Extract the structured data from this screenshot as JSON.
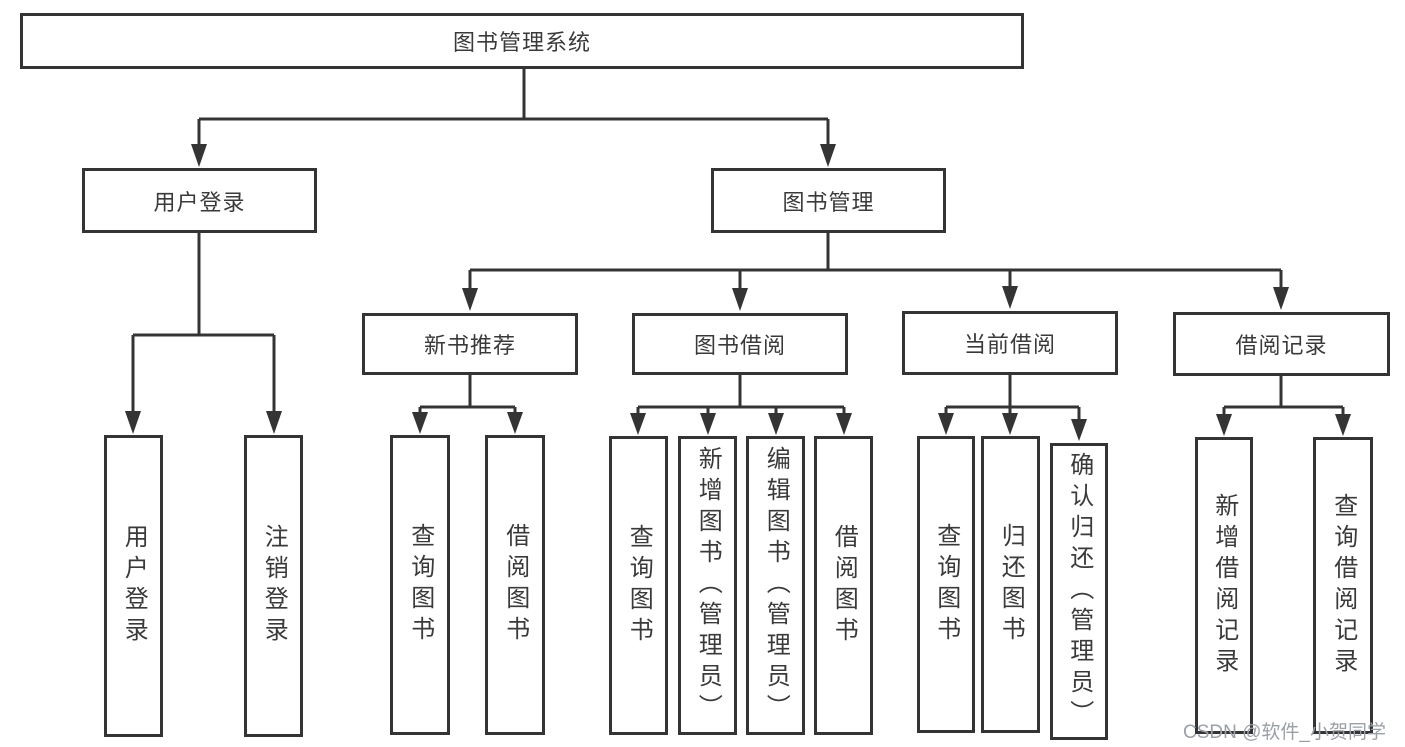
{
  "root": {
    "label": "图书管理系统"
  },
  "tree": {
    "user_login": {
      "label": "用户登录",
      "children": [
        "用户登录",
        "注销登录"
      ]
    },
    "book_mgmt": {
      "label": "图书管理",
      "sections": {
        "new_books": {
          "label": "新书推荐",
          "children": [
            "查询图书",
            "借阅图书"
          ]
        },
        "borrowing": {
          "label": "图书借阅",
          "children": [
            "查询图书",
            "新增图书（管理员）",
            "编辑图书（管理员）",
            "借阅图书"
          ]
        },
        "current": {
          "label": "当前借阅",
          "children": [
            "查询图书",
            "归还图书",
            "确认归还（管理员）"
          ]
        },
        "records": {
          "label": "借阅记录",
          "children": [
            "新增借阅记录",
            "查询借阅记录"
          ]
        }
      }
    }
  },
  "watermark": {
    "text": "CSDN @软件_小贺同学"
  },
  "colors": {
    "line": "#343434",
    "text": "#3a3a3a",
    "watermark": "#9aa0a6"
  }
}
